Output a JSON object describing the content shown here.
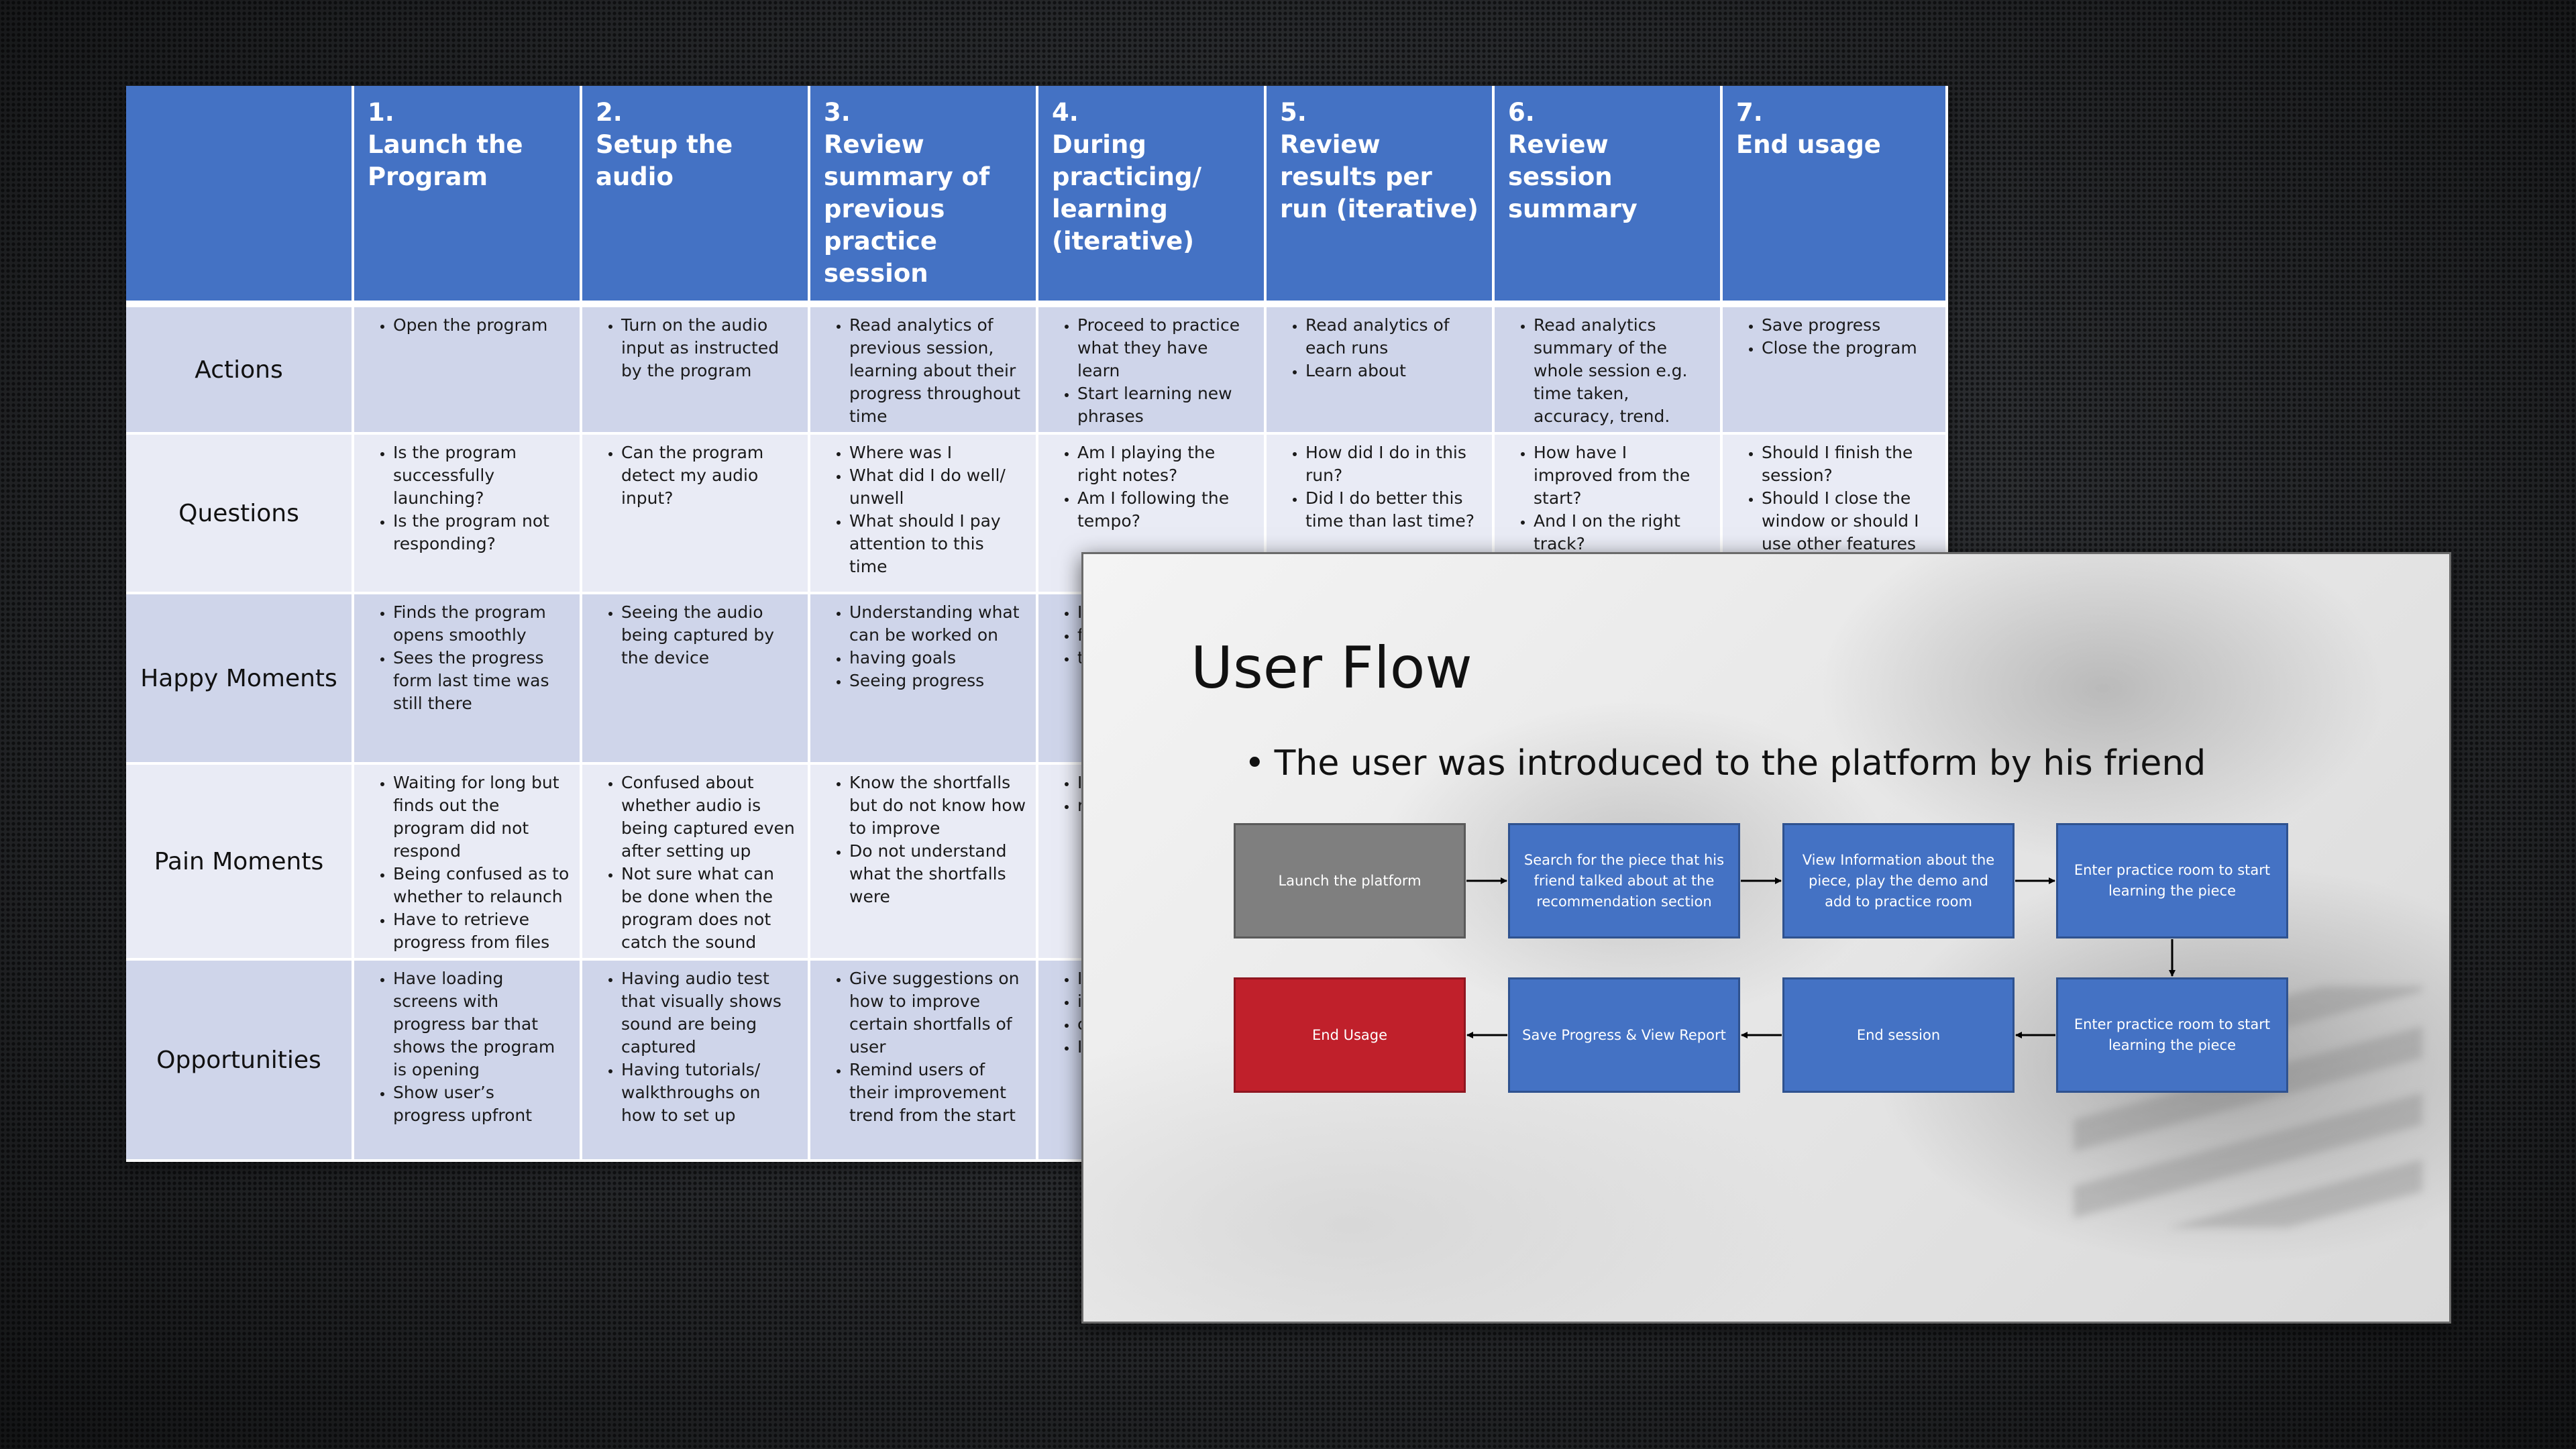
{
  "journey_map": {
    "stages": [
      {
        "number": "1.",
        "title": "Launch the Program"
      },
      {
        "number": "2.",
        "title": "Setup the audio"
      },
      {
        "number": "3.",
        "title": "Review summary of previous practice session"
      },
      {
        "number": "4.",
        "title": "During practicing/ learning (iterative)"
      },
      {
        "number": "5.",
        "title": "Review results per run (iterative)"
      },
      {
        "number": "6.",
        "title": "Review session summary"
      },
      {
        "number": "7.",
        "title": "End usage"
      }
    ],
    "rows": [
      {
        "label": "Actions",
        "cells": [
          [
            "Open the program"
          ],
          [
            "Turn on the audio input as instructed by the program"
          ],
          [
            "Read analytics of previous session, learning about their progress throughout time"
          ],
          [
            "Proceed to practice what they have learn",
            "Start learning new phrases"
          ],
          [
            "Read analytics of each runs",
            "Learn about"
          ],
          [
            "Read analytics summary of the whole session e.g. time taken, accuracy, trend."
          ],
          [
            "Save progress",
            "Close the program"
          ]
        ]
      },
      {
        "label": "Questions",
        "cells": [
          [
            "Is the program successfully launching?",
            "Is the program not responding?"
          ],
          [
            "Can the program detect my audio input?"
          ],
          [
            "Where was I",
            "What did I do well/ unwell",
            "What should I pay attention to this time"
          ],
          [
            "Am I playing the right notes?",
            "Am I following the tempo?"
          ],
          [
            "How did I do in this run?",
            "Did I do better this time than last time?"
          ],
          [
            "How have I improved from the start?",
            "And I on the right track?"
          ],
          [
            "Should I finish the session?",
            "Should I close the window or should I use other features on the platform"
          ]
        ]
      },
      {
        "label": "Happy Moments",
        "cells": [
          [
            "Finds the program opens smoothly",
            "Sees the progress form last time was still there"
          ],
          [
            "Seeing the audio being captured by the device"
          ],
          [
            "Understanding what can be worked on",
            "having goals",
            "Seeing progress"
          ],
          [
            "I",
            "f",
            "t"
          ],
          [],
          [],
          []
        ]
      },
      {
        "label": "Pain Moments",
        "cells": [
          [
            "Waiting for long but finds out the program did not respond",
            "Being confused as to whether to relaunch",
            "Have to retrieve progress from files"
          ],
          [
            "Confused about whether audio is being captured even after setting up",
            "Not sure what can be done when the program does not catch the sound"
          ],
          [
            "Know the shortfalls but do not know how to improve",
            "Do not understand what the shortfalls were"
          ],
          [
            "I",
            "r"
          ],
          [],
          [],
          []
        ]
      },
      {
        "label": "Opportunities",
        "cells": [
          [
            "Have loading screens with progress bar that shows the program is opening",
            "Show user’s progress upfront"
          ],
          [
            "Having audio test that visually shows sound are being captured",
            "Having tutorials/ walkthroughs on how to set up"
          ],
          [
            "Give suggestions on how to improve certain shortfalls of user",
            "Remind users of their improvement trend from the start"
          ],
          [
            "I",
            "i",
            "c",
            "I"
          ],
          [],
          [],
          []
        ]
      }
    ]
  },
  "user_flow": {
    "title": "User Flow",
    "bullet": "The user was introduced to the platform by his friend",
    "steps": [
      "Launch the platform",
      "Search for the piece that his friend talked about at the recommendation section",
      "View Information about the piece, play the demo and add to practice room",
      "Enter practice room to start learning the piece",
      "Enter practice room to start learning the piece",
      "End session",
      "Save Progress & View Report",
      "End Usage"
    ],
    "colors": {
      "step": "#4472c4",
      "start": "#7f7f7f",
      "end": "#c0202b"
    }
  }
}
